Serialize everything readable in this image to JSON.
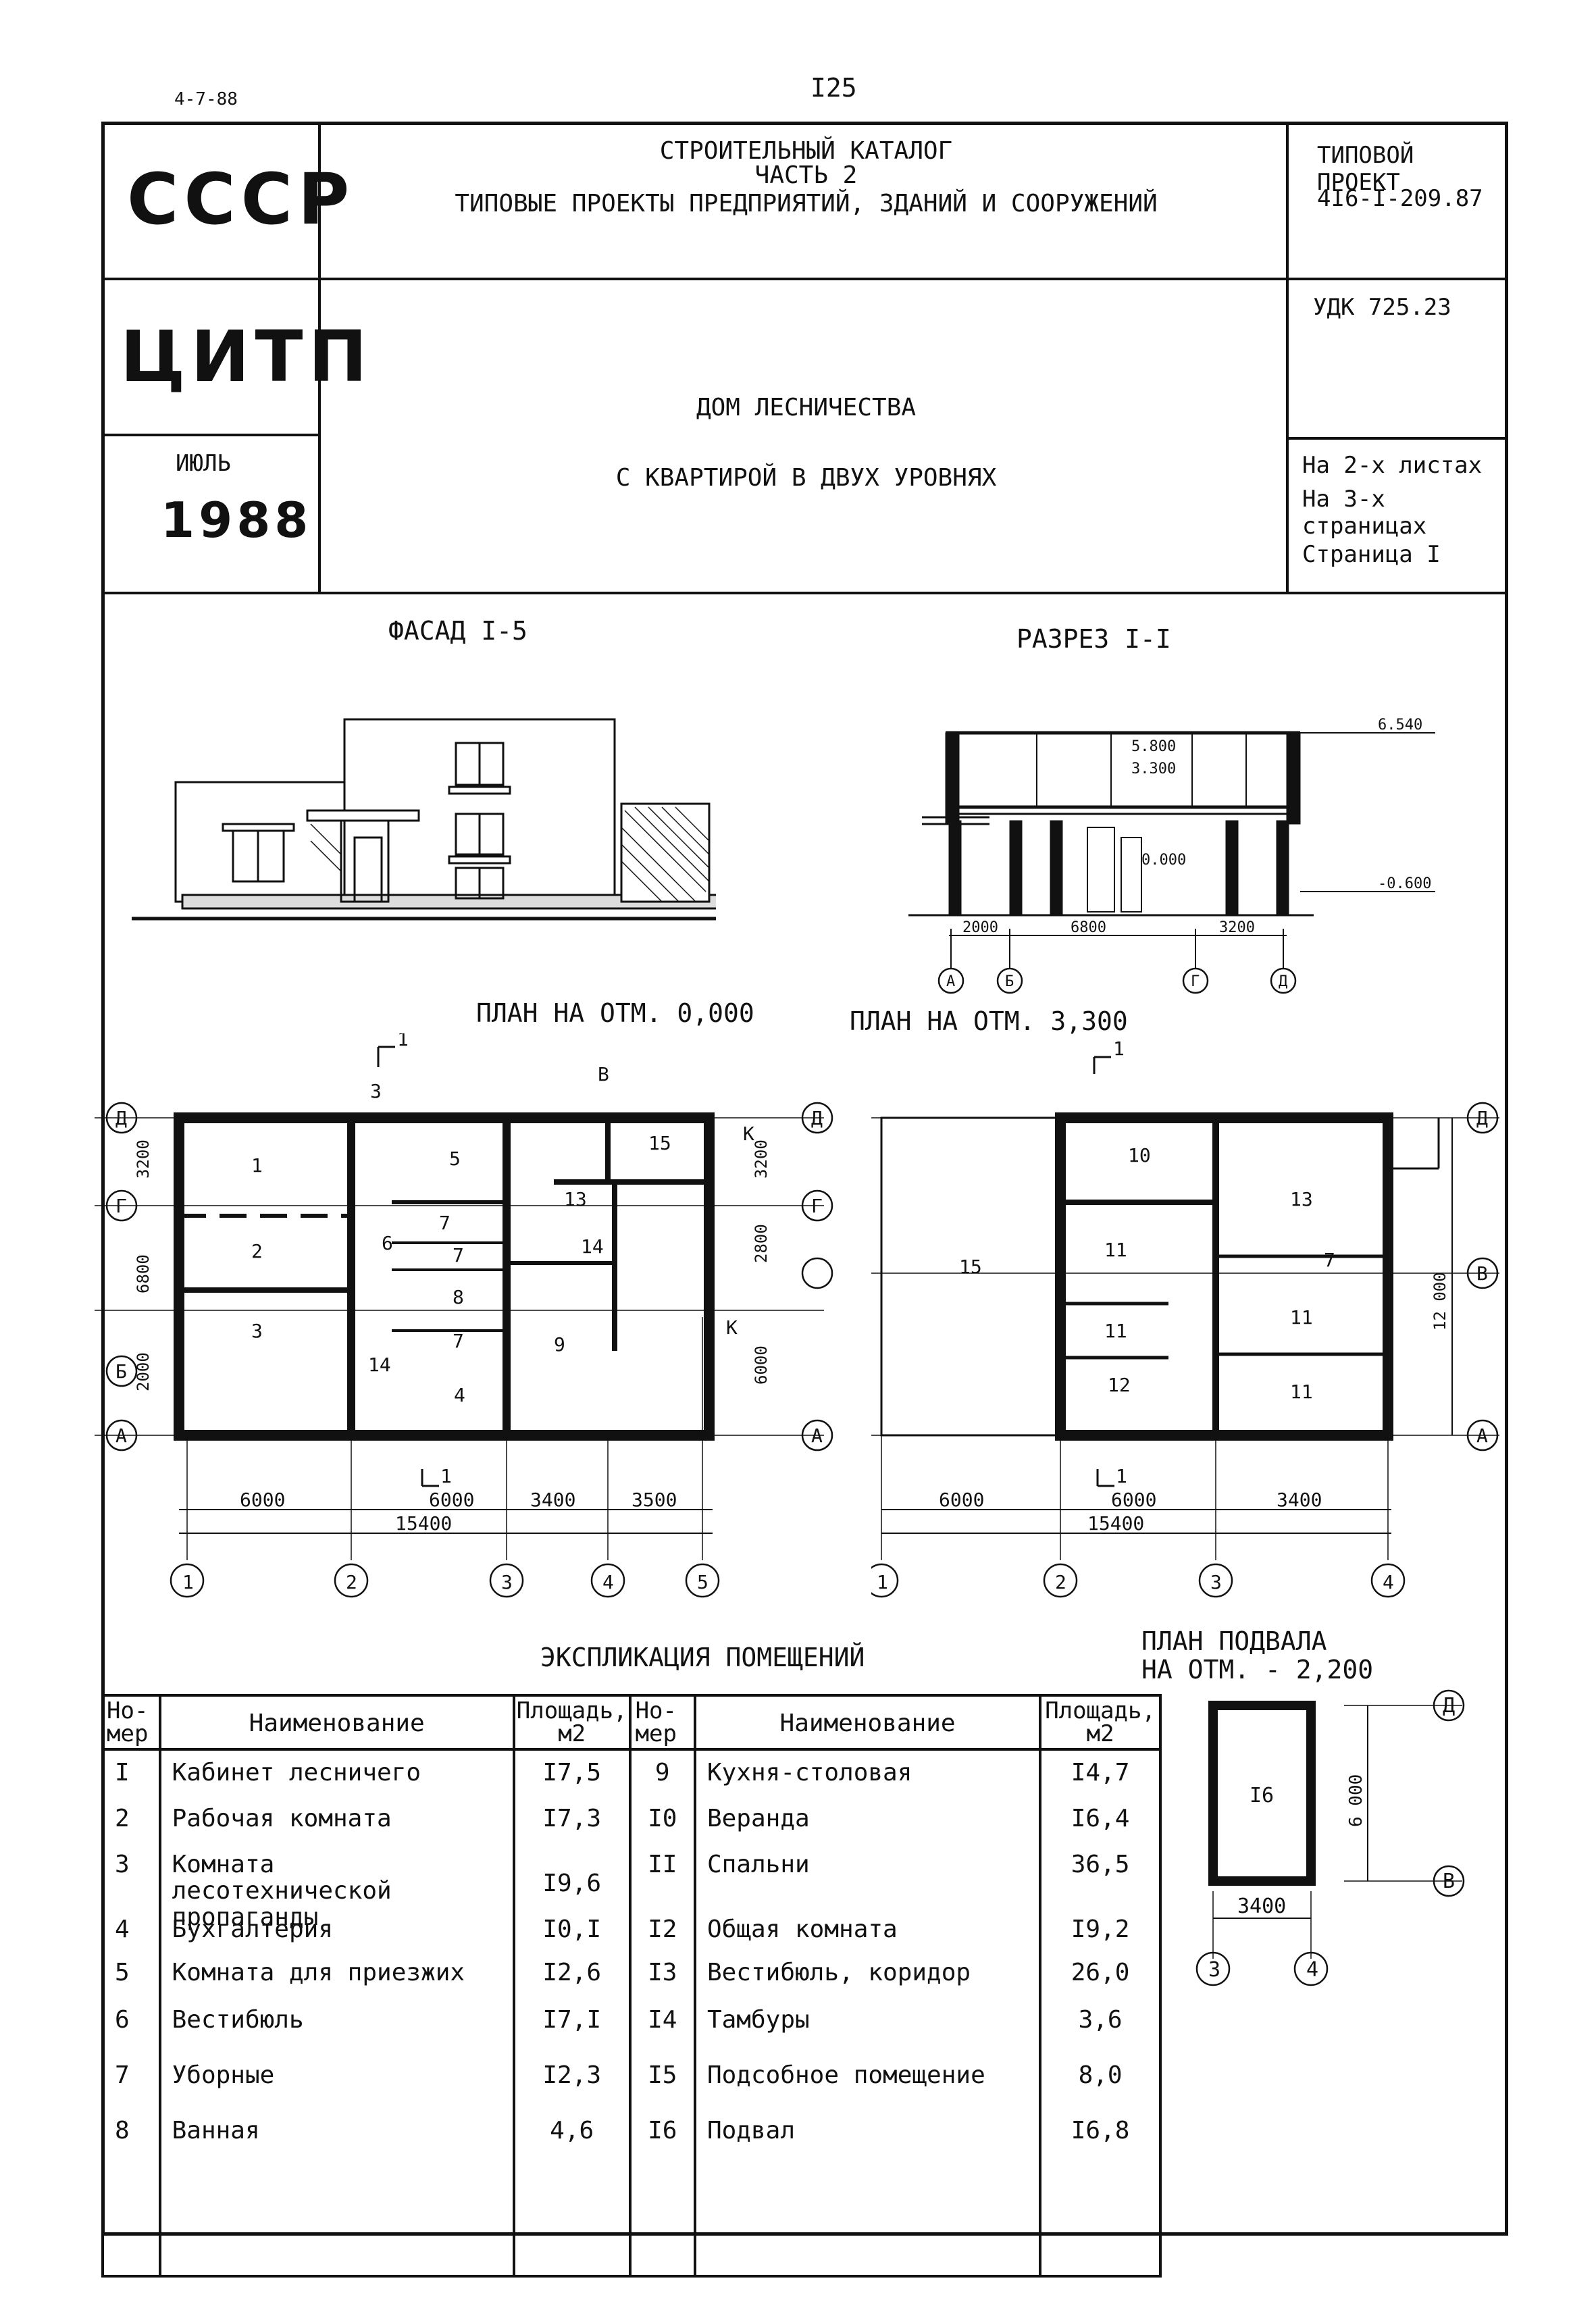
{
  "header_note": "4-7-88",
  "page_number": "I25",
  "left": {
    "org1": "СССР",
    "org2": "ЦИТП",
    "month": "ИЮЛЬ",
    "year": "1988"
  },
  "center": {
    "line1": "СТРОИТЕЛЬНЫЙ КАТАЛОГ",
    "line2": "ЧАСТЬ 2",
    "line3": "ТИПОВЫЕ ПРОЕКТЫ ПРЕДПРИЯТИЙ, ЗДАНИЙ И СООРУЖЕНИЙ",
    "title1": "ДОМ ЛЕСНИЧЕСТВА",
    "title2": "С КВАРТИРОЙ В ДВУХ УРОВНЯХ"
  },
  "right": {
    "project_label": "ТИПОВОЙ ПРОЕКТ",
    "project_number": "4I6-I-209.87",
    "udk": "УДК 725.23",
    "sheets": "На 2-х листах",
    "pages": "На 3-х страницах",
    "page": "Страница I"
  },
  "drawings": {
    "facade": "ФАСАД I-5",
    "section": "РАЗРЕЗ I-I",
    "plan0": "ПЛАН НА ОТМ. 0,000",
    "plan1": "ПЛАН НА ОТМ. 3,300",
    "basement1": "ПЛАН ПОДВАЛА",
    "basement2": "НА ОТМ. - 2,200"
  },
  "section_dims": {
    "levels": [
      "6.540",
      "5.800",
      "3.300",
      "0.000",
      "-0.600"
    ],
    "spans": [
      "2000",
      "6800",
      "3200"
    ],
    "axes": [
      "А",
      "Б",
      "Г",
      "Д"
    ]
  },
  "plan0_dims": {
    "bottom": [
      "6000",
      "6000",
      "3400",
      "3500"
    ],
    "total": "15400",
    "axes_x": [
      "1",
      "2",
      "3",
      "4",
      "5"
    ],
    "axes_y": [
      "Д",
      "Г",
      "Б",
      "А"
    ],
    "left_dims": [
      "3200",
      "6800",
      "2000"
    ],
    "right_dims": [
      "3200",
      "2800",
      "6000"
    ],
    "rooms": [
      "1",
      "2",
      "3",
      "4",
      "5",
      "6",
      "7",
      "7",
      "7",
      "8",
      "9",
      "13",
      "14",
      "14",
      "15"
    ],
    "marks": [
      "1",
      "1",
      "3",
      "В",
      "К",
      "К"
    ]
  },
  "plan1_dims": {
    "bottom": [
      "6000",
      "6000",
      "3400"
    ],
    "total": "15400",
    "axes_x": [
      "1",
      "2",
      "3",
      "4"
    ],
    "axes_y": [
      "Д",
      "В",
      "А"
    ],
    "right_dim": "12 000",
    "rooms": [
      "10",
      "11",
      "11",
      "11",
      "11",
      "12",
      "13",
      "7",
      "15"
    ],
    "marks": [
      "1",
      "1"
    ]
  },
  "basement_dims": {
    "width": "3400",
    "height": "6 000",
    "room": "I6",
    "axes_x": [
      "3",
      "4"
    ],
    "axes_y": [
      "Д",
      "В"
    ]
  },
  "explication": {
    "title": "ЭКСПЛИКАЦИЯ ПОМЕЩЕНИЙ",
    "headers": {
      "no": "Но-\nмер",
      "name": "Наименование",
      "area": "Площадь,\nм2"
    },
    "left_rows": [
      {
        "no": "I",
        "name": "Кабинет лесничего",
        "area": "I7,5"
      },
      {
        "no": "2",
        "name": "Рабочая комната",
        "area": "I7,3"
      },
      {
        "no": "3",
        "name": "Комната лесотехнической\nпропаганды",
        "area": "I9,6"
      },
      {
        "no": "4",
        "name": "Бухгалтерия",
        "area": "I0,I"
      },
      {
        "no": "5",
        "name": "Комната для приезжих",
        "area": "I2,6"
      },
      {
        "no": "6",
        "name": "Вестибюль",
        "area": "I7,I"
      },
      {
        "no": "7",
        "name": "Уборные",
        "area": "I2,3"
      },
      {
        "no": "8",
        "name": "Ванная",
        "area": "4,6"
      }
    ],
    "right_rows": [
      {
        "no": "9",
        "name": "Кухня-столовая",
        "area": "I4,7"
      },
      {
        "no": "I0",
        "name": "Веранда",
        "area": "I6,4"
      },
      {
        "no": "II",
        "name": "Спальни",
        "area": "36,5"
      },
      {
        "no": "I2",
        "name": "Общая комната",
        "area": "I9,2"
      },
      {
        "no": "I3",
        "name": "Вестибюль, коридор",
        "area": "26,0"
      },
      {
        "no": "I4",
        "name": "Тамбуры",
        "area": "3,6"
      },
      {
        "no": "I5",
        "name": "Подсобное помещение",
        "area": "8,0"
      },
      {
        "no": "I6",
        "name": "Подвал",
        "area": "I6,8"
      }
    ]
  }
}
